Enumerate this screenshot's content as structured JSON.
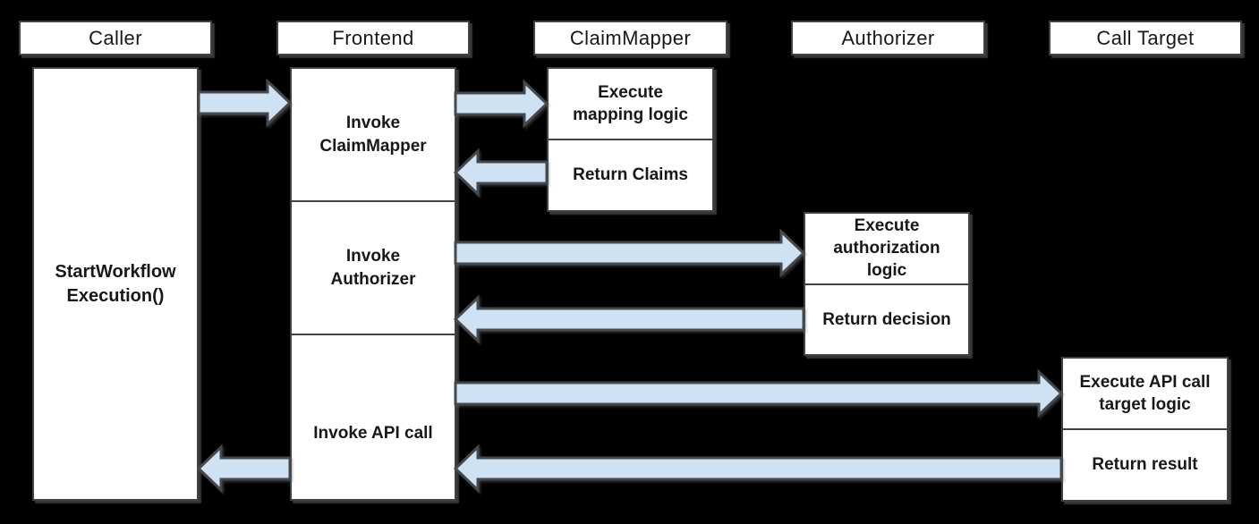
{
  "colors": {
    "background": "#000000",
    "box_fill": "#ffffff",
    "box_border": "#3f4347",
    "arrow_fill": "#cfe2f3",
    "arrow_stroke": "#45494e",
    "text": "#17181a"
  },
  "lanes": [
    {
      "id": "caller",
      "label": "Caller"
    },
    {
      "id": "frontend",
      "label": "Frontend"
    },
    {
      "id": "claimmapper",
      "label": "ClaimMapper"
    },
    {
      "id": "authorizer",
      "label": "Authorizer"
    },
    {
      "id": "calltarget",
      "label": "Call Target"
    }
  ],
  "activations": {
    "caller": {
      "label": "StartWorkflow\nExecution()"
    },
    "frontend": {
      "sections": [
        {
          "label": "Invoke\nClaimMapper"
        },
        {
          "label": "Invoke\nAuthorizer"
        },
        {
          "label": "Invoke API call"
        }
      ]
    },
    "claimmapper": {
      "cells": [
        {
          "label": "Execute\nmapping logic"
        },
        {
          "label": "Return Claims"
        }
      ]
    },
    "authorizer": {
      "cells": [
        {
          "label": "Execute\nauthorization\nlogic"
        },
        {
          "label": "Return decision"
        }
      ]
    },
    "calltarget": {
      "cells": [
        {
          "label": "Execute API call\ntarget logic"
        },
        {
          "label": "Return result"
        }
      ]
    }
  },
  "arrows": [
    {
      "from": "Caller",
      "to": "Frontend",
      "direction": "right"
    },
    {
      "from": "Frontend",
      "to": "ClaimMapper",
      "direction": "right"
    },
    {
      "from": "ClaimMapper",
      "to": "Frontend",
      "direction": "left"
    },
    {
      "from": "Frontend",
      "to": "Authorizer",
      "direction": "right"
    },
    {
      "from": "Authorizer",
      "to": "Frontend",
      "direction": "left"
    },
    {
      "from": "Frontend",
      "to": "Call Target",
      "direction": "right"
    },
    {
      "from": "Call Target",
      "to": "Frontend",
      "direction": "left"
    },
    {
      "from": "Frontend",
      "to": "Caller",
      "direction": "left"
    }
  ]
}
